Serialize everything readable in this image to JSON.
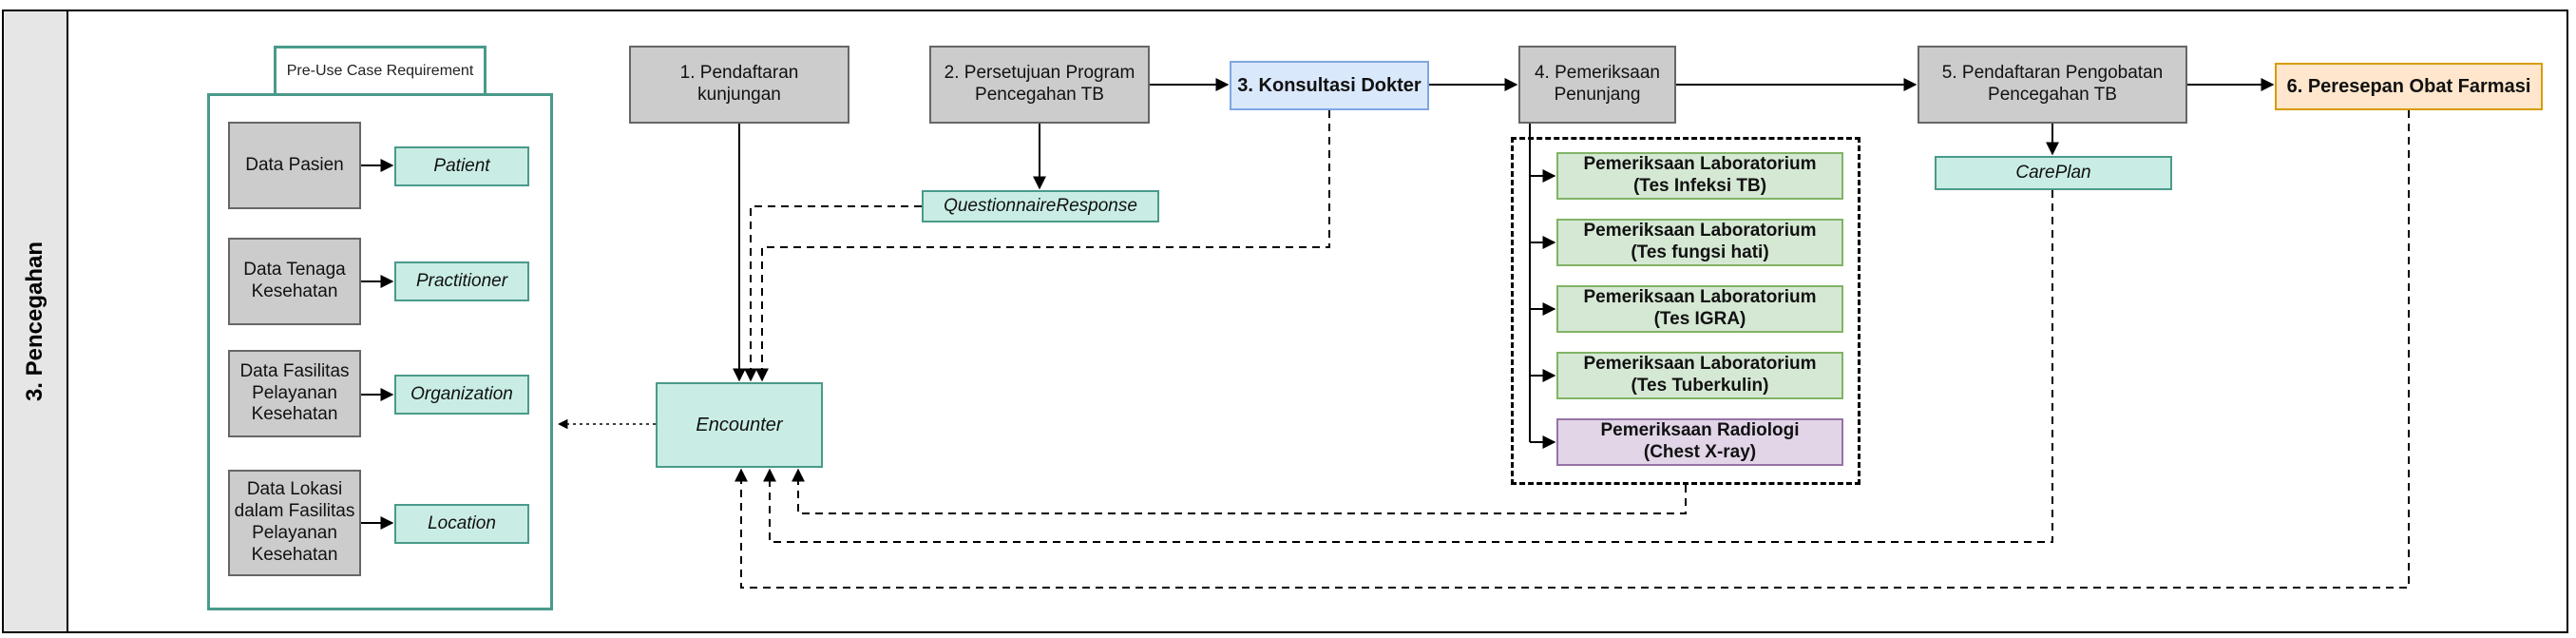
{
  "lane": {
    "title": "3. Pencegahan"
  },
  "pre_use": {
    "label": "Pre-Use Case Requirement",
    "items": [
      {
        "source_lines": [
          "Data Pasien"
        ],
        "resource": "Patient"
      },
      {
        "source_lines": [
          "Data Tenaga",
          "Kesehatan"
        ],
        "resource": "Practitioner"
      },
      {
        "source_lines": [
          "Data Fasilitas",
          "Pelayanan",
          "Kesehatan"
        ],
        "resource": "Organization"
      },
      {
        "source_lines": [
          "Data Lokasi",
          "dalam Fasilitas",
          "Pelayanan",
          "Kesehatan"
        ],
        "resource": "Location"
      }
    ]
  },
  "steps": {
    "s1": [
      "1. Pendaftaran",
      "kunjungan"
    ],
    "s2": [
      "2. Persetujuan Program",
      "Pencegahan TB"
    ],
    "s3": [
      "3. Konsultasi Dokter"
    ],
    "s4": [
      "4. Pemeriksaan",
      "Penunjang"
    ],
    "s5": [
      "5. Pendaftaran Pengobatan",
      "Pencegahan TB"
    ],
    "s6": [
      "6. Peresepan Obat Farmasi"
    ]
  },
  "resources": {
    "questionnaire": "QuestionnaireResponse",
    "careplan": "CarePlan",
    "encounter": "Encounter"
  },
  "exams": [
    [
      "Pemeriksaan Laboratorium",
      "(Tes Infeksi TB)"
    ],
    [
      "Pemeriksaan Laboratorium",
      "(Tes fungsi hati)"
    ],
    [
      "Pemeriksaan Laboratorium",
      "(Tes IGRA)"
    ],
    [
      "Pemeriksaan Laboratorium",
      "(Tes Tuberkulin)"
    ],
    [
      "Pemeriksaan Radiologi",
      "(Chest X-ray)"
    ]
  ],
  "colors": {
    "gray": "#cccccc",
    "mint": "#c9ede5",
    "blue": "#dae8fc",
    "orange": "#ffe6cc",
    "green": "#d5e8d4",
    "purple": "#e1d5e7"
  }
}
